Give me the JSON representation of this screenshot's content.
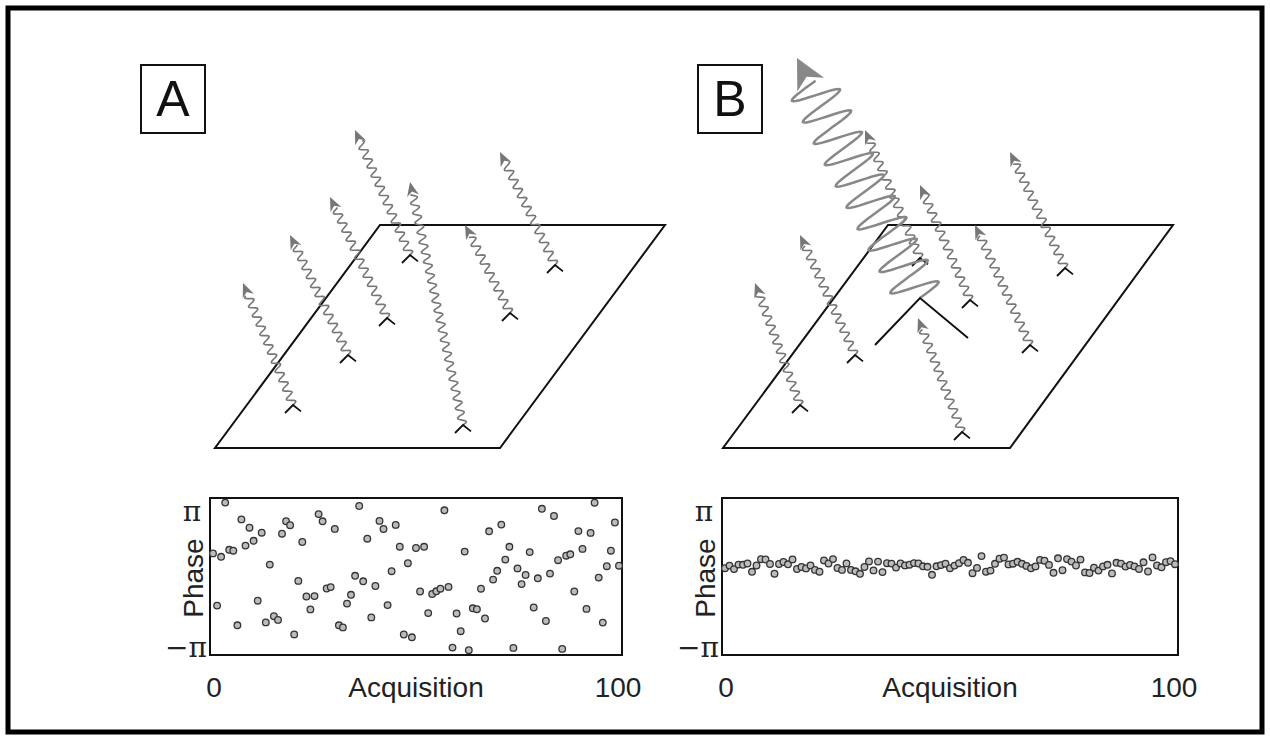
{
  "diagram": {
    "nodes": [
      {
        "text": [
          "A"
        ]
      },
      {
        "text": [
          "B"
        ]
      }
    ],
    "labels": [
      "π",
      "Phase",
      "−π",
      "0",
      "Acquisition",
      "100",
      "π",
      "Phase",
      "−π",
      "0",
      "Acquisition",
      "100"
    ]
  }
}
